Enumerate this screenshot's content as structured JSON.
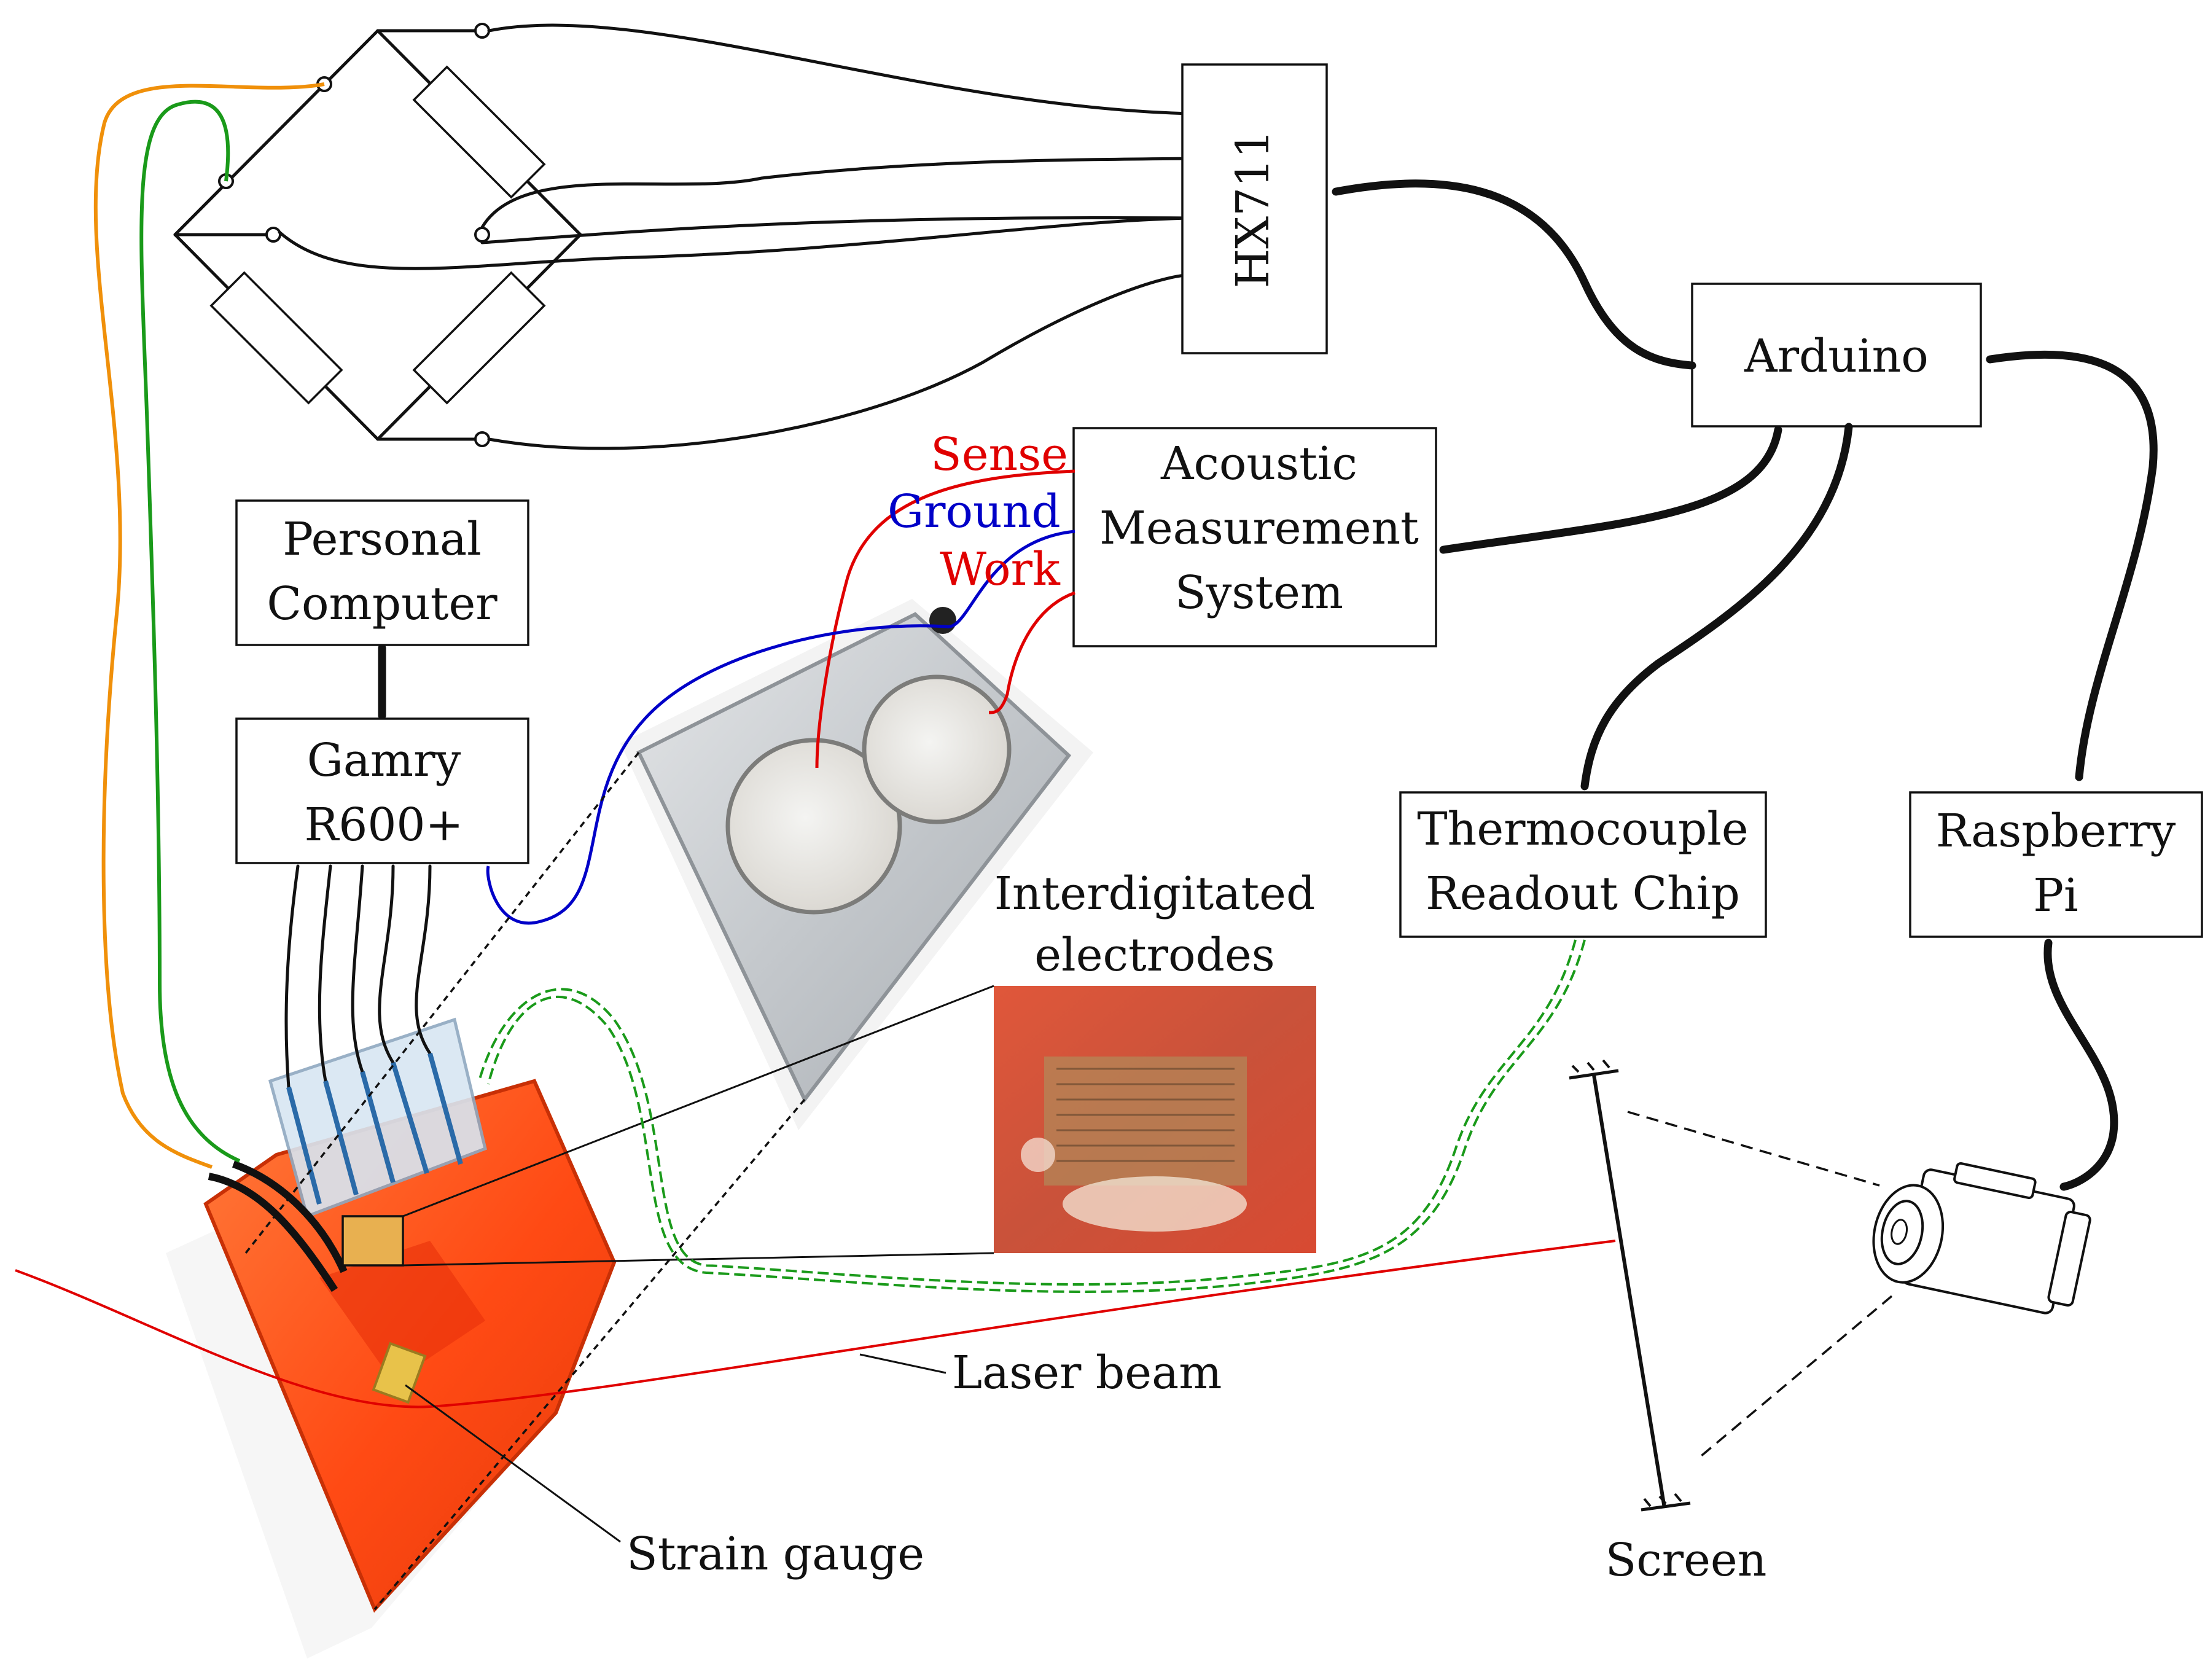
{
  "labels": {
    "hx711": "HX711",
    "arduino": "Arduino",
    "acoustic": [
      "Acoustic",
      "Measurement",
      "System"
    ],
    "personal_computer": [
      "Personal",
      "Computer"
    ],
    "gamry": [
      "Gamry",
      "R600+"
    ],
    "thermocouple": [
      "Thermocouple",
      "Readout Chip"
    ],
    "raspberry": [
      "Raspberry",
      "Pi"
    ],
    "sense": "Sense",
    "ground": "Ground",
    "work": "Work",
    "interdigitated": [
      "Interdigitated",
      "electrodes"
    ],
    "laser_beam": "Laser beam",
    "strain_gauge": "Strain gauge",
    "screen": "Screen"
  },
  "colors": {
    "sense": "#e00000",
    "ground": "#0000c8",
    "work": "#e00000",
    "laser": "#e00000",
    "orange_wire": "#f0900a",
    "green_wire": "#1a9a1a",
    "thermo_wire": "#1a9a1a",
    "device_orange": "#ff5a1e",
    "aluminium": "#c9cdd1"
  },
  "icons": {
    "camera": "camera-icon"
  }
}
